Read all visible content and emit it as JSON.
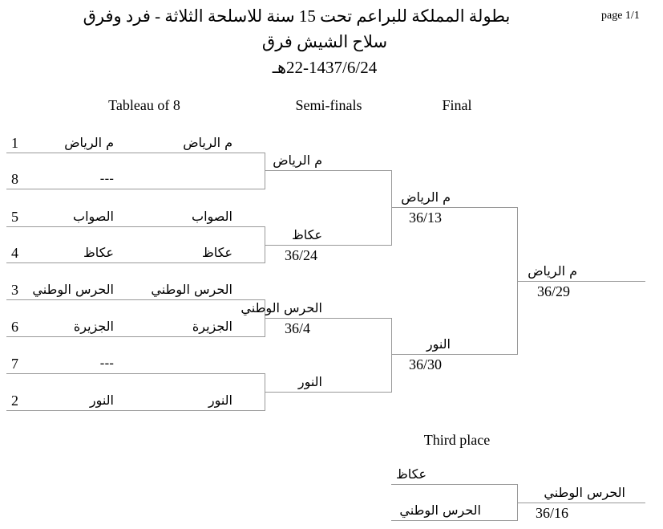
{
  "header": {
    "title": "بطولة المملكة للبراعم تحت 15 سنة للاسلحة الثلاثة - فرد وفرق",
    "subtitle": "سلاح الشيش فرق",
    "date": "22-1437/6/24هـ",
    "page": "page 1/1"
  },
  "columns": {
    "tableau": "Tableau of 8",
    "semis": "Semi-finals",
    "final": "Final",
    "third": "Third place"
  },
  "tableau": [
    {
      "seed": "1",
      "name": "م الرياض",
      "result": "م الرياض"
    },
    {
      "seed": "8",
      "name": "---",
      "result": ""
    },
    {
      "seed": "5",
      "name": "الصواب",
      "result": "الصواب"
    },
    {
      "seed": "4",
      "name": "عكاظ",
      "result": "عكاظ"
    },
    {
      "seed": "3",
      "name": "الحرس الوطني",
      "result": "الحرس الوطني"
    },
    {
      "seed": "6",
      "name": "الجزيرة",
      "result": "الجزيرة"
    },
    {
      "seed": "7",
      "name": "---",
      "result": ""
    },
    {
      "seed": "2",
      "name": "النور",
      "result": "النور"
    }
  ],
  "semis": [
    {
      "name": "م الرياض",
      "score": ""
    },
    {
      "name": "عكاظ",
      "score": "36/24"
    },
    {
      "name": "الحرس الوطني",
      "score": "36/4"
    },
    {
      "name": "النور",
      "score": ""
    }
  ],
  "final": [
    {
      "name": "م الرياض",
      "score": "36/13"
    },
    {
      "name": "النور",
      "score": "36/30"
    }
  ],
  "winner": {
    "name": "م الرياض",
    "score": "36/29"
  },
  "third_place": {
    "a": "عكاظ",
    "b": "الحرس الوطني",
    "winner": "الحرس الوطني",
    "score": "36/16"
  }
}
